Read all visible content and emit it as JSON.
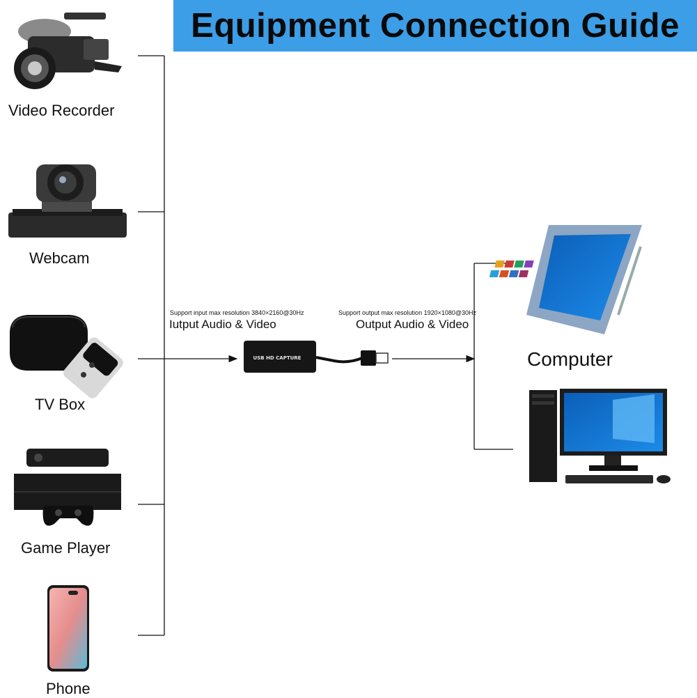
{
  "header": {
    "title": "Equipment Connection Guide"
  },
  "sources": [
    {
      "label": "Video Recorder",
      "icon": "video-recorder-icon"
    },
    {
      "label": "Webcam",
      "icon": "webcam-icon"
    },
    {
      "label": "TV Box",
      "icon": "tv-box-icon"
    },
    {
      "label": "Game Player",
      "icon": "game-console-icon"
    },
    {
      "label": "Phone",
      "icon": "phone-icon"
    }
  ],
  "input": {
    "spec": "Support input max resolution 3840×2160@30Hz",
    "label": "Iutput Audio & Video"
  },
  "device": {
    "label": "USB HD CAPTURE",
    "icon": "capture-card-icon"
  },
  "output": {
    "spec": "Support output max resolution 1920×1080@30Hz",
    "label": "Output Audio & Video"
  },
  "target": {
    "label": "Computer",
    "icons": [
      "tablet-icon",
      "desktop-computer-icon"
    ]
  },
  "colors": {
    "header": "#3c9ee6",
    "line": "#111111"
  }
}
